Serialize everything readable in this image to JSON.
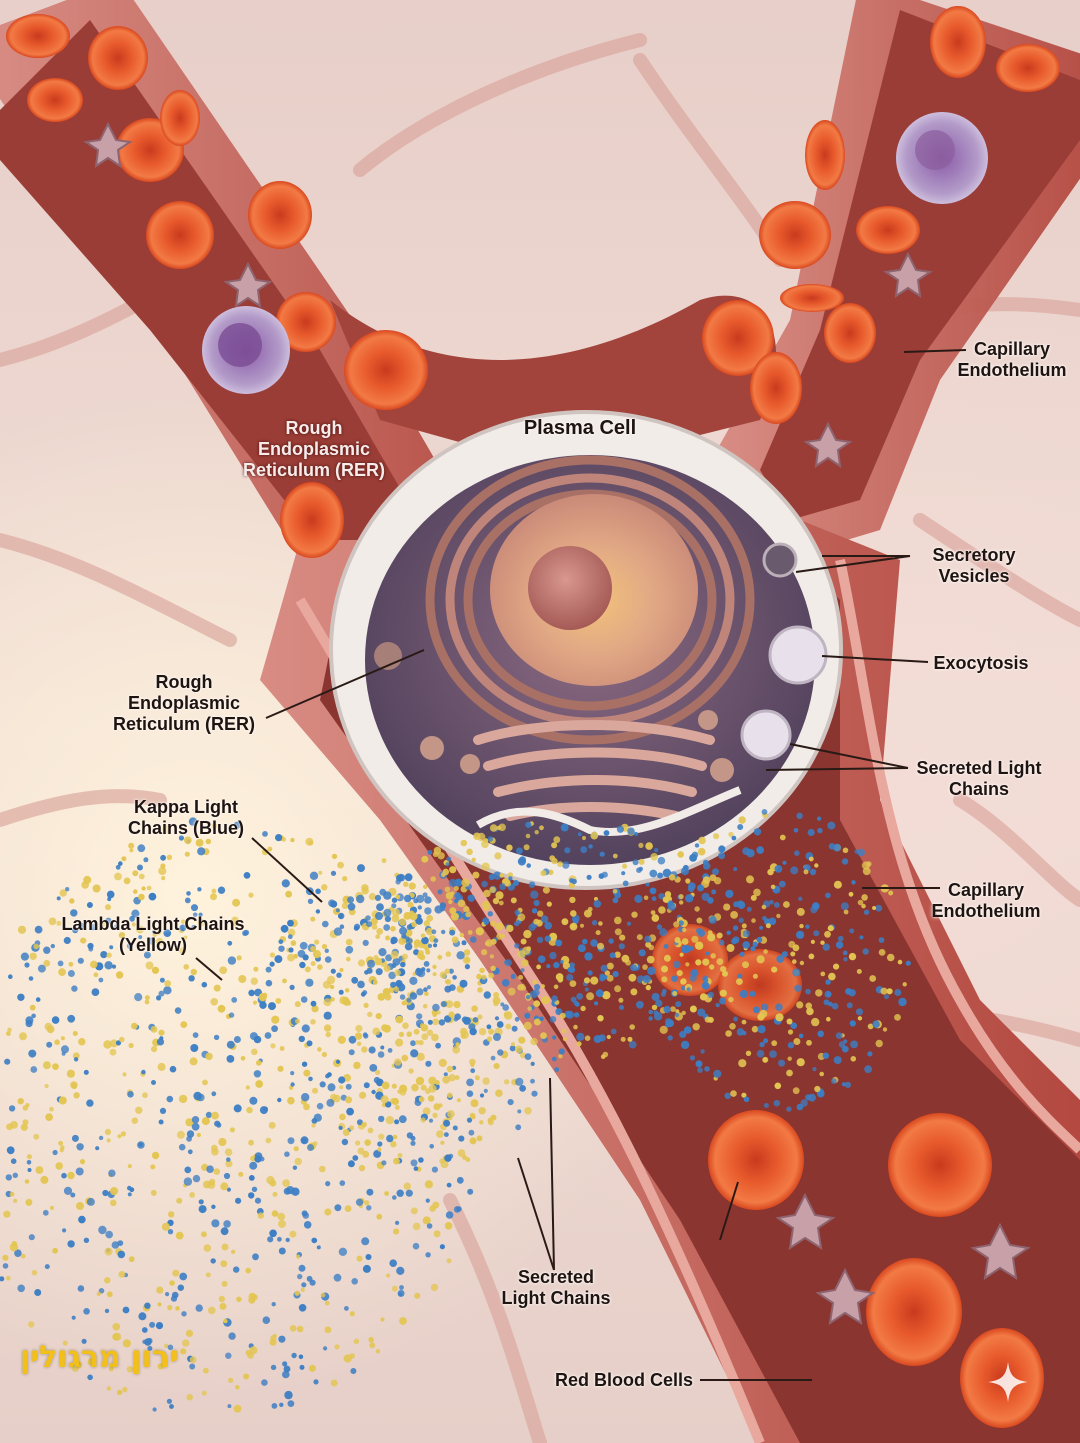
{
  "labels": {
    "capillary_endothelium_top": "Capillary\nEndothelium",
    "plasma_cell": "Plasma Cell",
    "rer_upper": "Rough\nEndoplasmic\nReticulum (RER)",
    "secretory_vesicles": "Secretory\nVesicles",
    "rer_lower": "Rough\nEndoplasmic\nReticulum (RER)",
    "exocytosis": "Exocytosis",
    "secreted_light_chains_right": "Secreted Light\nChains",
    "kappa_light_chains": "Kappa Light\nChains (Blue)",
    "capillary_endothelium_mid": "Capillary\nEndothelium",
    "lambda_light_chains": "Lambda Light Chains\n(Yellow)",
    "secreted_light_chains_bottom": "Secreted\nLight Chains",
    "red_blood_cells": "Red Blood Cells"
  },
  "watermark": "ירון מרגולין",
  "colors": {
    "kappa": "#3d7ec4",
    "lambda": "#e3c552",
    "vessel": "#b8564c",
    "rbc": "#e8552a",
    "cell_membrane": "#f1ece8"
  }
}
